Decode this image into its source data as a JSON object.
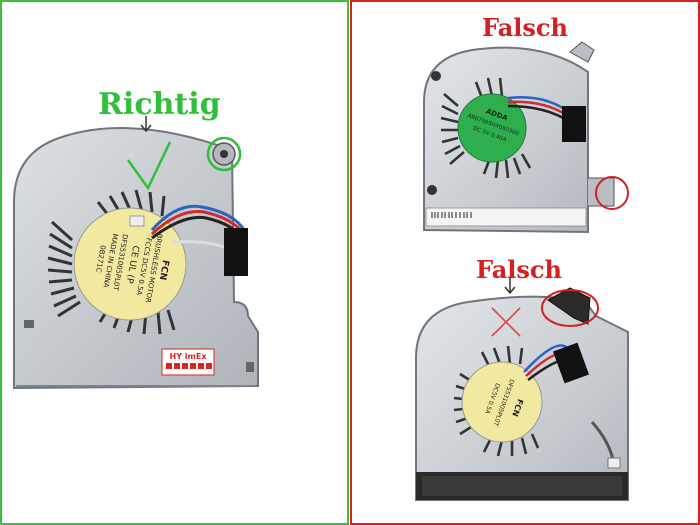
{
  "labels": {
    "correct": "Richtig",
    "wrong_top": "Falsch",
    "wrong_bottom": "Falsch"
  },
  "left_fan": {
    "sticker_lines": [
      "FCN",
      "BRUSHLESS MOTOR",
      "FCCS DC5V 0.5A",
      "CE  UL  (P",
      "DFS531005PL0T",
      "MADE IN CHINA",
      "0B271C"
    ],
    "brand_tag": "HY imEx"
  },
  "top_right_fan": {
    "sticker_lines": [
      "ADDA",
      "AB07005HX080300",
      "DC 5V 0.40A"
    ]
  },
  "bottom_right_fan": {
    "sticker_lines": [
      "FCN",
      "DFS531005PL0T",
      "DC5V 0.5A"
    ]
  },
  "colors": {
    "correct": "#2fbf3a",
    "wrong": "#d42020",
    "sticker_yellow": "#f2e9a0",
    "sticker_green": "#2fae4e",
    "metal": "#c9ced3"
  },
  "icons": {
    "check": "checkmark-icon",
    "cross": "cross-icon"
  }
}
